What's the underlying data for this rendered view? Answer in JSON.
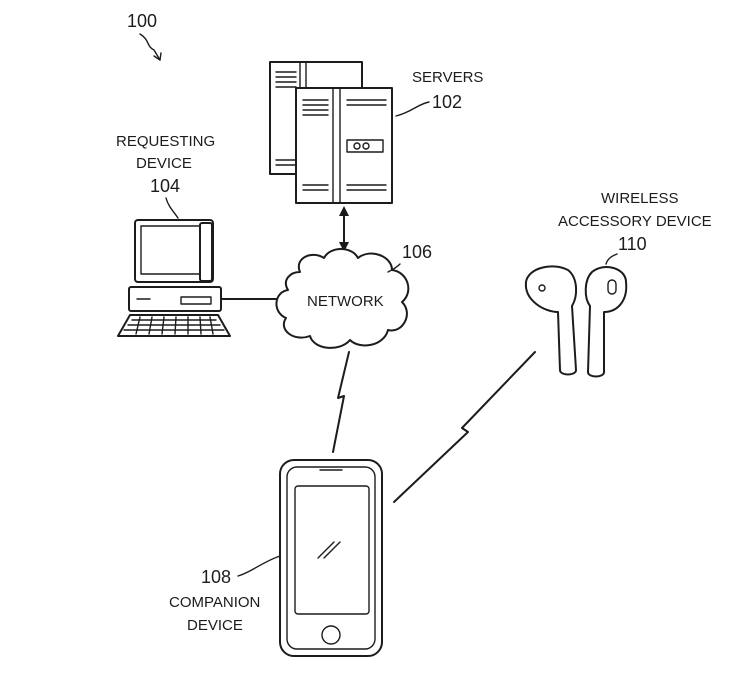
{
  "figure": {
    "ref": "100"
  },
  "servers": {
    "name": "SERVERS",
    "ref": "102"
  },
  "requesting_device": {
    "name_line1": "REQUESTING",
    "name_line2": "DEVICE",
    "ref": "104"
  },
  "network": {
    "name": "NETWORK",
    "ref": "106"
  },
  "companion_device": {
    "ref": "108",
    "name_line1": "COMPANION",
    "name_line2": "DEVICE"
  },
  "wireless_accessory": {
    "name_line1": "WIRELESS",
    "name_line2": "ACCESSORY DEVICE",
    "ref": "110"
  }
}
